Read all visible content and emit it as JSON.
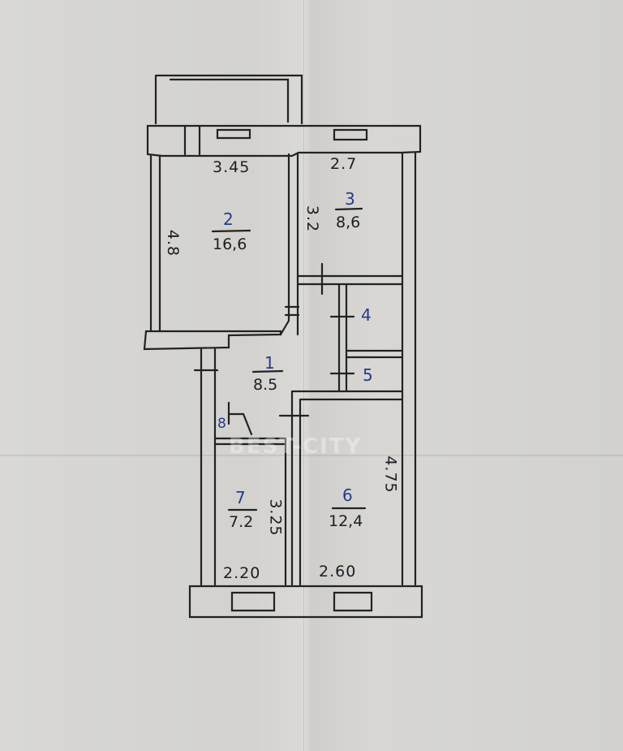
{
  "plan": {
    "rooms": [
      {
        "id": "room-1",
        "number": "1",
        "area": "8.5"
      },
      {
        "id": "room-2",
        "number": "2",
        "area": "16,6"
      },
      {
        "id": "room-3",
        "number": "3",
        "area": "8,6"
      },
      {
        "id": "room-4",
        "number": "4",
        "area": ""
      },
      {
        "id": "room-5",
        "number": "5",
        "area": ""
      },
      {
        "id": "room-6",
        "number": "6",
        "area": "12,4"
      },
      {
        "id": "room-7",
        "number": "7",
        "area": "7.2"
      },
      {
        "id": "room-8",
        "number": "8",
        "area": ""
      }
    ],
    "dimensions": {
      "top_left": "3.45",
      "top_right": "2.7",
      "left_height": "4.8",
      "room3_height": "3.2",
      "room7_height": "3.25",
      "room6_height": "4.75",
      "bottom_left": "2.20",
      "bottom_right": "2.60"
    },
    "watermark": "BEST-CITY"
  },
  "colors": {
    "ink": "#1d1d25",
    "number_ink": "#263a8a",
    "paper": "#d6d5d1"
  }
}
